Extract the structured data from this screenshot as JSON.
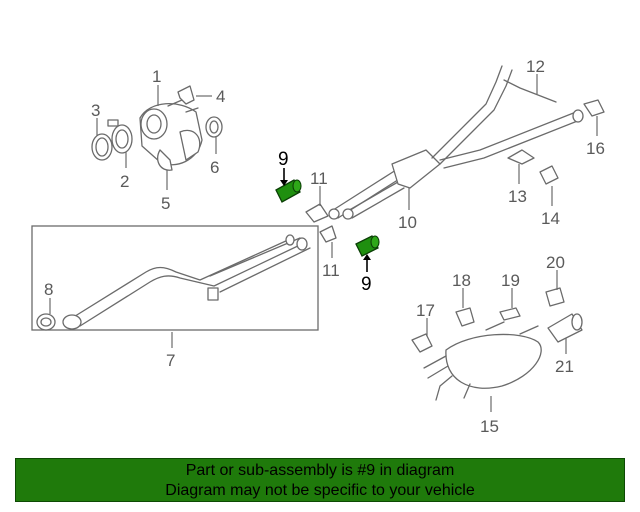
{
  "callouts": {
    "c1": "1",
    "c2": "2",
    "c3": "3",
    "c4": "4",
    "c5": "5",
    "c6": "6",
    "c7": "7",
    "c8": "8",
    "c9a": "9",
    "c9b": "9",
    "c10": "10",
    "c11a": "11",
    "c11b": "11",
    "c12": "12",
    "c13": "13",
    "c14": "14",
    "c15": "15",
    "c16": "16",
    "c17": "17",
    "c18": "18",
    "c19": "19",
    "c20": "20",
    "c21": "21"
  },
  "footer": {
    "line1": "Part or sub-assembly is #9 in diagram",
    "line2": "Diagram may not be specific to your vehicle"
  },
  "colors": {
    "highlight_part": "#1f8f0f",
    "footer_background": "#1f7a0b"
  }
}
